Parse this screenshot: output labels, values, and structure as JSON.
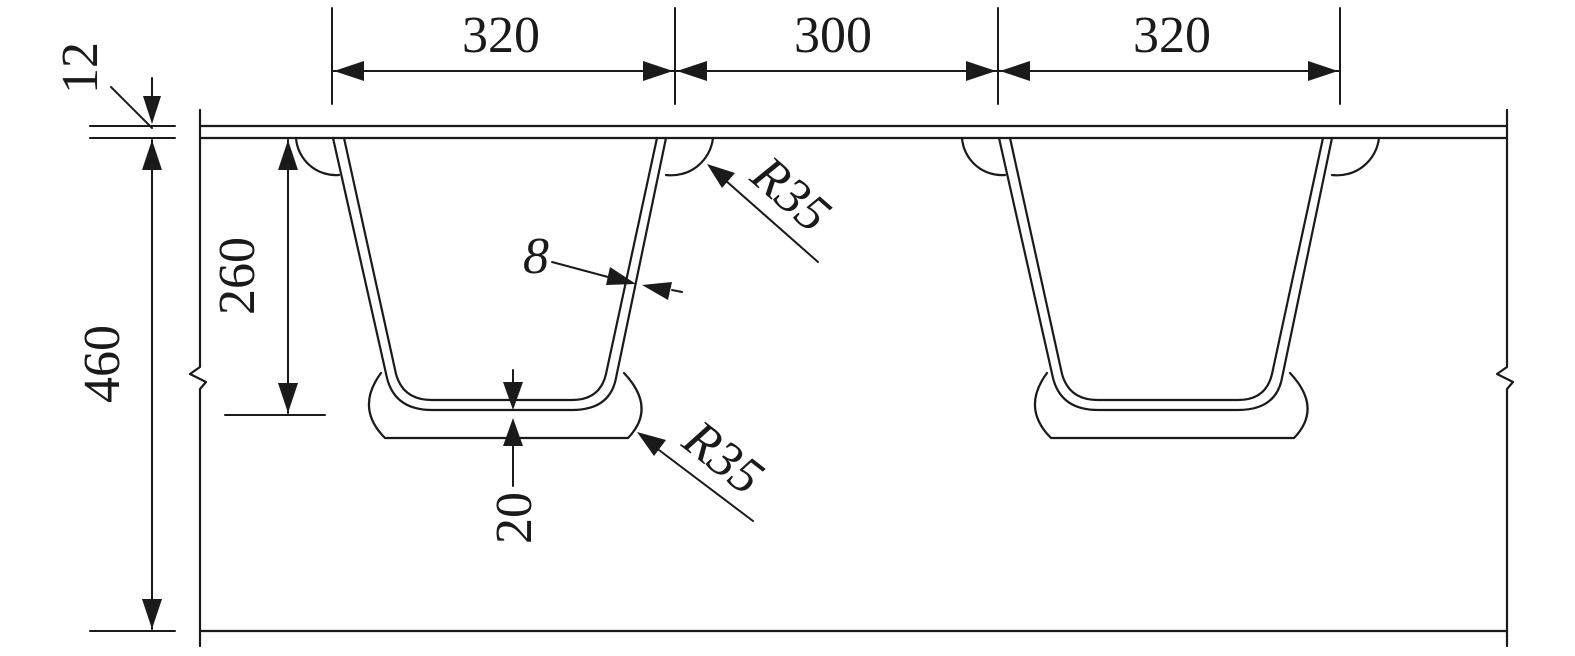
{
  "dimensions": {
    "top_left_width": "320",
    "top_middle_width": "300",
    "top_right_width": "320",
    "deck_thickness": "12",
    "total_height": "460",
    "rib_height": "260",
    "rib_wall_thickness": "8",
    "bottom_plate_thickness": "20",
    "top_fillet_radius": "R35",
    "bottom_fillet_radius": "R35"
  }
}
